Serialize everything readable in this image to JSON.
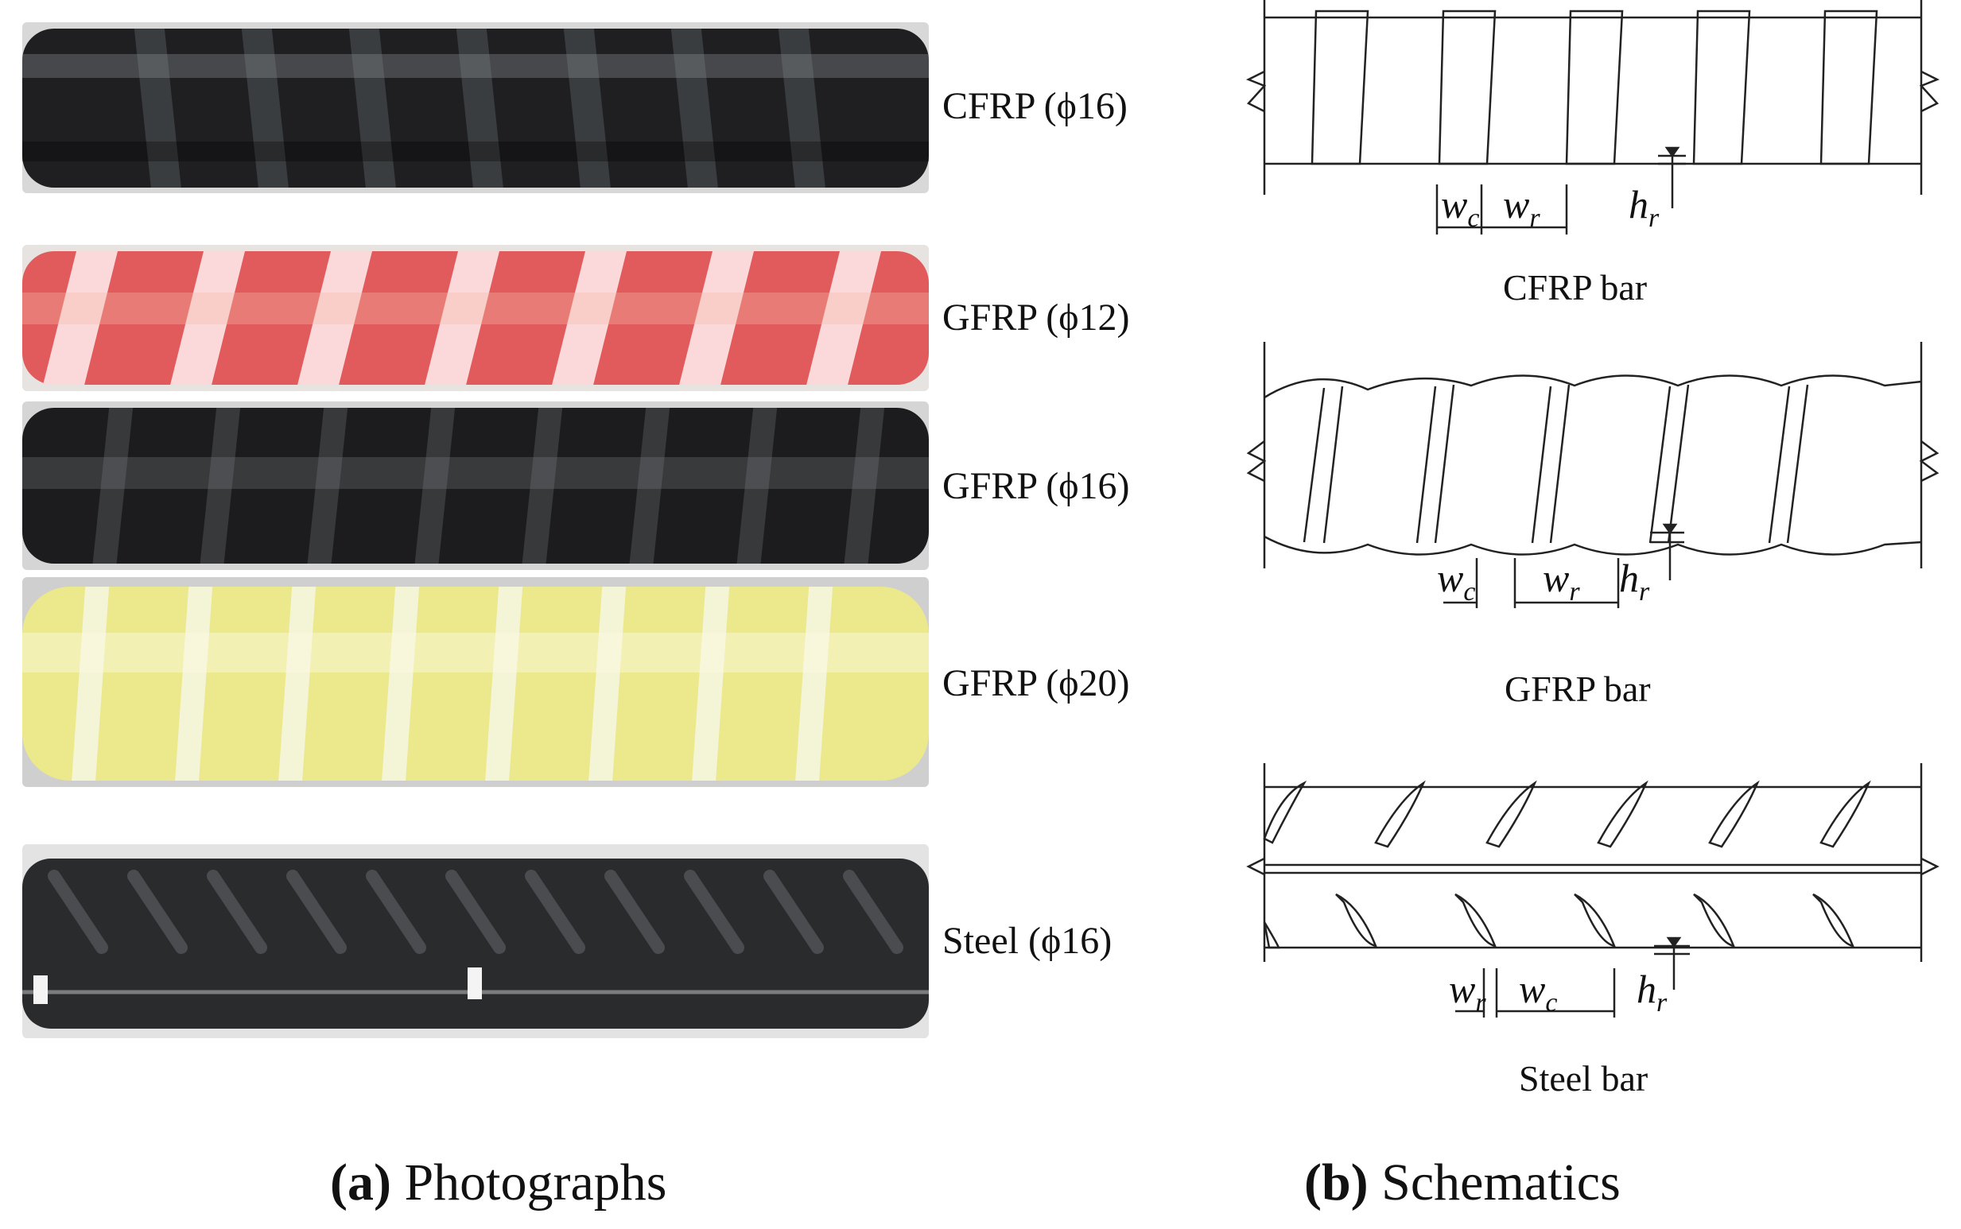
{
  "photographs": {
    "bars": [
      {
        "label": "CFRP (ϕ16)",
        "core": "#1f1f22",
        "rib": "#3a3d40",
        "highlight": "#8f9499",
        "bg": "#d8d8d8"
      },
      {
        "label": "GFRP (ϕ12)",
        "core": "#e15a5c",
        "rib": "#fbd9da",
        "highlight": "#f6b9a7",
        "bg": "#e6e3e0"
      },
      {
        "label": "GFRP (ϕ16)",
        "core": "#1c1c1e",
        "rib": "#37393b",
        "highlight": "#7d8185",
        "bg": "#d5d5d5"
      },
      {
        "label": "GFRP (ϕ20)",
        "core": "#ece88c",
        "rib": "#f4f4d6",
        "highlight": "#fdfbe3",
        "bg": "#cfcfcf"
      },
      {
        "label": "Steel (ϕ16)",
        "core": "#2a2b2d",
        "rib": "#4a4c50",
        "highlight": "#7a7c80",
        "bg": "#e3e3e3"
      }
    ],
    "caption_bold": "(a)",
    "caption_text": " Photographs"
  },
  "schematics": {
    "cfrp": {
      "caption": "CFRP bar",
      "wc": "w",
      "wc_sub": "c",
      "wr": "w",
      "wr_sub": "r",
      "hr": "h",
      "hr_sub": "r"
    },
    "gfrp": {
      "caption": "GFRP bar",
      "wc": "w",
      "wc_sub": "c",
      "wr": "w",
      "wr_sub": "r",
      "hr": "h",
      "hr_sub": "r"
    },
    "steel": {
      "caption": "Steel bar",
      "wr": "w",
      "wr_sub": "r",
      "wc": "w",
      "wc_sub": "c",
      "hr": "h",
      "hr_sub": "r"
    },
    "caption_bold": "(b)",
    "caption_text": " Schematics"
  }
}
